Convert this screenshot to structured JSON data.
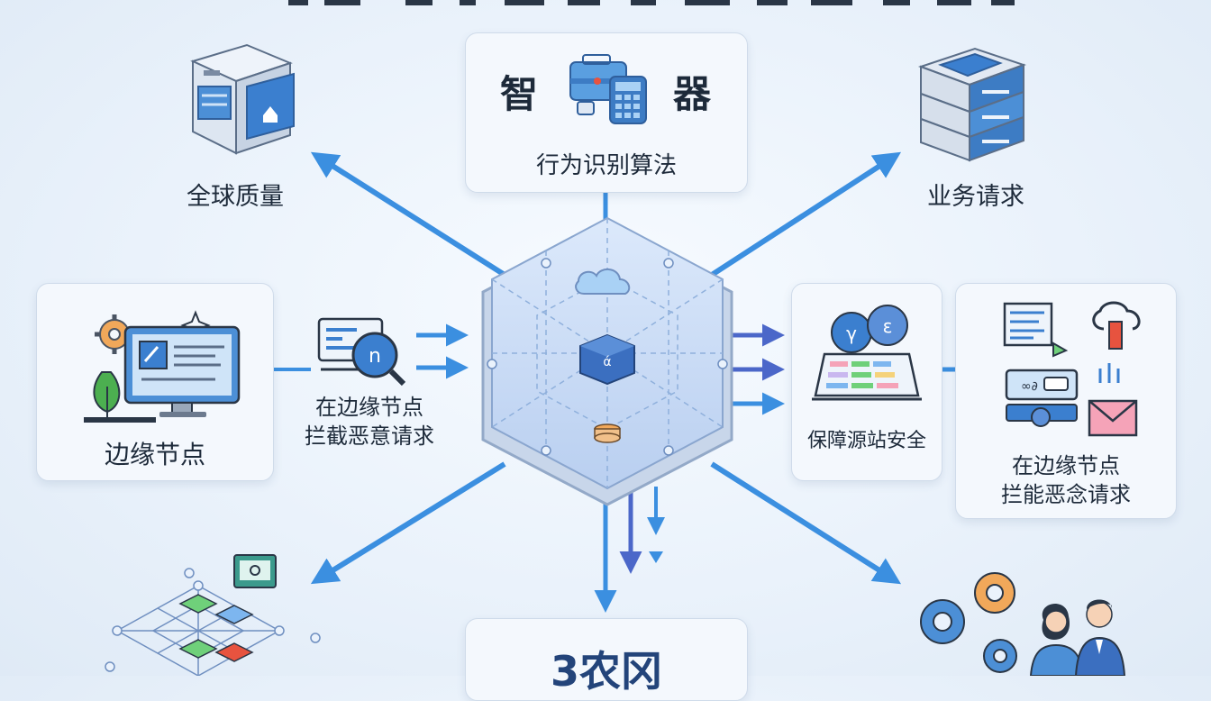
{
  "nodes": {
    "top_center": {
      "title_left": "智",
      "title_right": "器",
      "caption": "行为识别算法"
    },
    "top_left": {
      "caption": "全球质量"
    },
    "top_right": {
      "caption": "业务请求"
    },
    "left_card": {
      "caption": "边缘节点"
    },
    "left_mid": {
      "caption_line1": "在边缘节点",
      "caption_line2": "拦截恶意请求"
    },
    "right_card_a": {
      "caption": "保障源站安全"
    },
    "right_card_b": {
      "caption_line1": "在边缘节点",
      "caption_line2": "拦能恶念请求"
    },
    "bottom_center": {
      "caption": "3农冈"
    }
  },
  "glyphs": {
    "magnifier_text": "n",
    "cube_text": "ά",
    "chart_bubble_a": "γ",
    "chart_bubble_b": "ε",
    "mail_text": "∞∂"
  },
  "colors": {
    "arrow_blue": "#3b8fe0",
    "arrow_dark": "#4b67c9",
    "card_border": "#cfdbea",
    "accent_green": "#4caf50"
  }
}
